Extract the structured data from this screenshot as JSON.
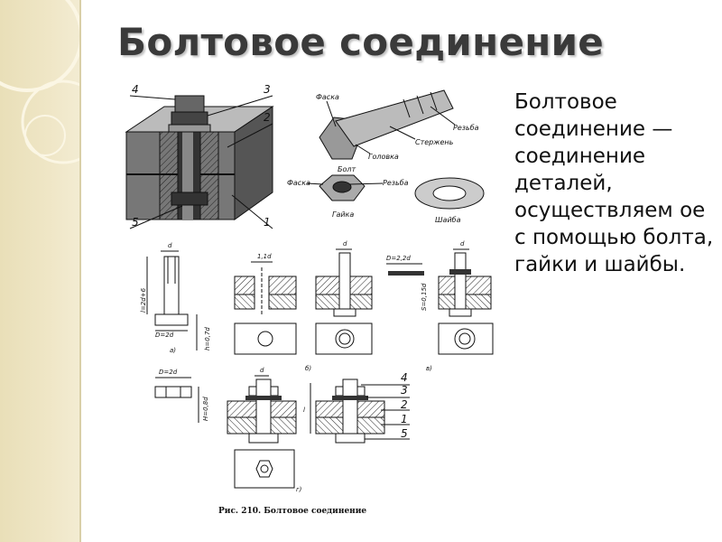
{
  "slide": {
    "title": "Болтовое соединение",
    "body_text": "Болтовое соединение — соединение деталей, осуществляем ое с помощью болта, гайки и шайбы."
  },
  "figure": {
    "callouts": [
      "4",
      "3",
      "2",
      "5",
      "1"
    ],
    "parts": {
      "faska": "Фаска",
      "rezba": "Резьба",
      "sterzhen": "Стержень",
      "golovka": "Головка",
      "bolt": "Болт",
      "faska2": "Фаска",
      "rezba2": "Резьба",
      "gaika": "Гайка",
      "shaiba": "Шайба"
    },
    "dims": {
      "d_a": "d",
      "l_a": "l=2d+6",
      "D_a": "D=2d",
      "h_a": "h=0,7d",
      "a": "а)",
      "d11": "1,1d",
      "d_b": "d",
      "b": "б)",
      "d_v": "d",
      "Dw": "D=2,2d",
      "S": "S=0,15d",
      "v": "в)",
      "D_g": "D=2d",
      "H_g": "H=0,8d",
      "d_g": "d",
      "l_g": "l",
      "g": "г)"
    },
    "labels_g": [
      "4",
      "3",
      "2",
      "1",
      "5"
    ],
    "caption": "Рис. 210. Болтовое соединение"
  },
  "colors": {
    "title": "#3a3a3a",
    "strip": "#efe6c6",
    "ink": "#111111"
  }
}
